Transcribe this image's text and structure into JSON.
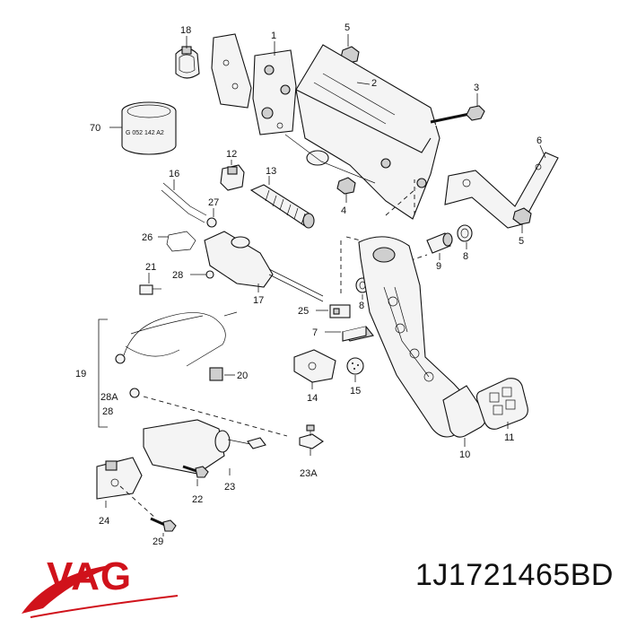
{
  "brand": {
    "name": "VAG",
    "color": "#d0121b"
  },
  "part_number": "1J1721465BD",
  "seal_label": "G 052 142 A2",
  "callouts": {
    "c1": "1",
    "c2": "2",
    "c3": "3",
    "c4": "4",
    "c5a": "5",
    "c5b": "5",
    "c6": "6",
    "c7": "7",
    "c8a": "8",
    "c8b": "8",
    "c9": "9",
    "c10": "10",
    "c11": "11",
    "c12": "12",
    "c13": "13",
    "c14": "14",
    "c15": "15",
    "c16": "16",
    "c17": "17",
    "c18": "18",
    "c19": "19",
    "c20": "20",
    "c21": "21",
    "c22": "22",
    "c23": "23",
    "c23a": "23A",
    "c24": "24",
    "c25": "25",
    "c26": "26",
    "c27": "27",
    "c28": "28",
    "c28a": "28A",
    "c28b": "28",
    "c29": "29",
    "c70": "70"
  }
}
